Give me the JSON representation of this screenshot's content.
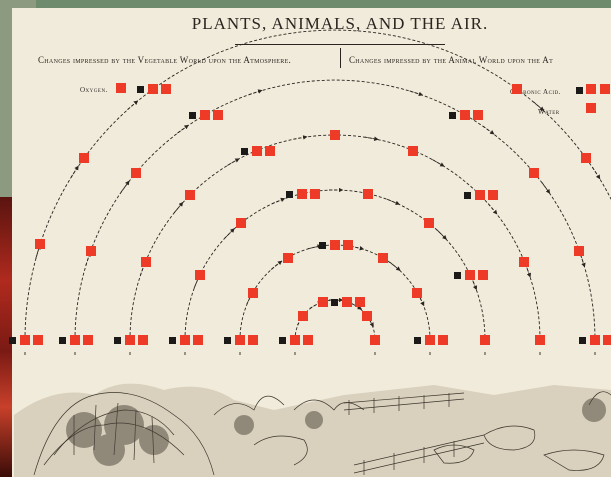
{
  "title": "PLANTS, ANIMALS, AND THE AIR.",
  "headings": {
    "left": "Changes impressed by the Vegetable World upon the Atmosphere.",
    "right": "Changes impressed by the Animal World upon the At"
  },
  "legend": {
    "oxygen": "Oxygen.",
    "carbonic_acid": "Carbonic Acid.",
    "water": "Water"
  },
  "colors": {
    "oxygen": "#ee3b27",
    "carbonic_acid": "#1c1a18",
    "paper": "#f1ebdb",
    "ink": "#2a2520"
  },
  "illustration": "landscape-engraving"
}
